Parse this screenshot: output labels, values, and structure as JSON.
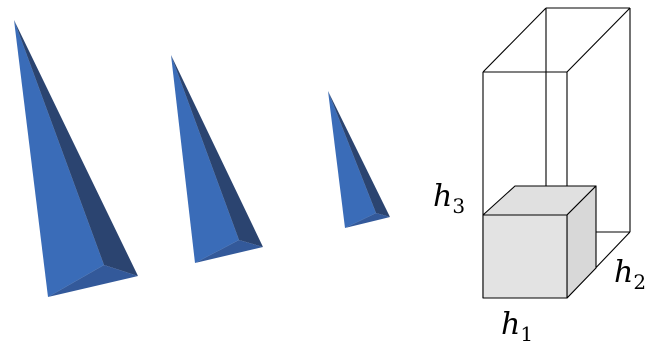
{
  "colors": {
    "spike_front": "#3a6cb8",
    "spike_side": "#2b4470",
    "spike_base": "#33599a",
    "box_outline": "#000000",
    "cube_front": "#e3e3e3",
    "cube_top": "#e0e0e0",
    "cube_side": "#d8d8d8"
  },
  "labels": {
    "h1": {
      "base": "h",
      "sub": "1"
    },
    "h2": {
      "base": "h",
      "sub": "2"
    },
    "h3": {
      "base": "h",
      "sub": "3"
    }
  }
}
